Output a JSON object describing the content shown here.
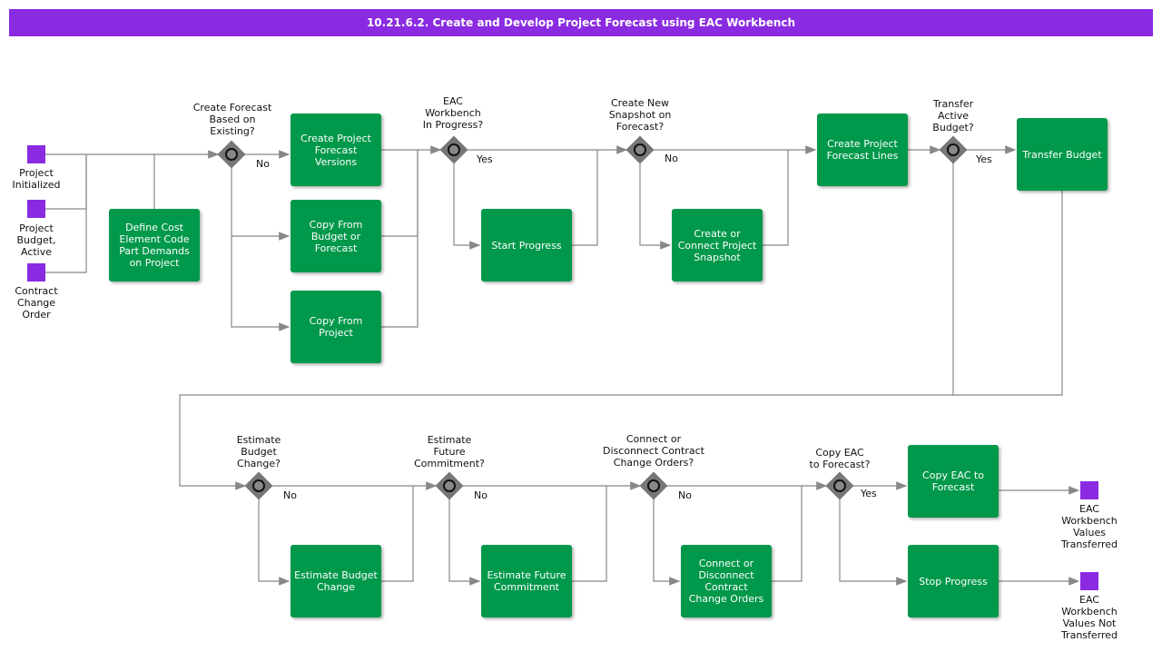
{
  "title": "10.21.6.2. Create and Develop Project Forecast using EAC Workbench",
  "events": {
    "start1": "Project\nInitialized",
    "start2": "Project\nBudget,\nActive",
    "start3": "Contract\nChange\nOrder",
    "end1": "EAC\nWorkbench\nValues\nTransferred",
    "end2": "EAC\nWorkbench\nValues Not\nTransferred"
  },
  "tasks": {
    "define": "Define Cost\nElement Code\nPart Demands\non Project",
    "versions": "Create Project\nForecast\nVersions",
    "copy_budget": "Copy From\nBudget or\nForecast",
    "copy_project": "Copy From\nProject",
    "start_progress": "Start Progress",
    "snapshot": "Create or\nConnect Project\nSnapshot",
    "lines": "Create Project\nForecast Lines",
    "transfer": "Transfer Budget",
    "est_budget": "Estimate Budget\nChange",
    "est_commit": "Estimate Future\nCommitment",
    "connect": "Connect or\nDisconnect\nContract\nChange Orders",
    "copy_eac": "Copy EAC to\nForecast",
    "stop": "Stop Progress"
  },
  "gateways": {
    "g1": "Create Forecast\nBased on\nExisting?",
    "g2": "EAC\nWorkbench\nIn Progress?",
    "g3": "Create New\nSnapshot on\nForecast?",
    "g4": "Transfer\nActive\nBudget?",
    "g5": "Estimate\nBudget\nChange?",
    "g6": "Estimate\nFuture\nCommitment?",
    "g7": "Connect or\nDisconnect Contract\nChange Orders?",
    "g8": "Copy EAC\nto Forecast?"
  },
  "flow_labels": {
    "g1": "No",
    "g2": "Yes",
    "g3": "No",
    "g4": "Yes",
    "g5": "No",
    "g6": "No",
    "g7": "No",
    "g8": "Yes"
  },
  "colors": {
    "title": "#8a2be2",
    "task": "#00984a",
    "event": "#8a2be2",
    "gateway": "#777777"
  }
}
